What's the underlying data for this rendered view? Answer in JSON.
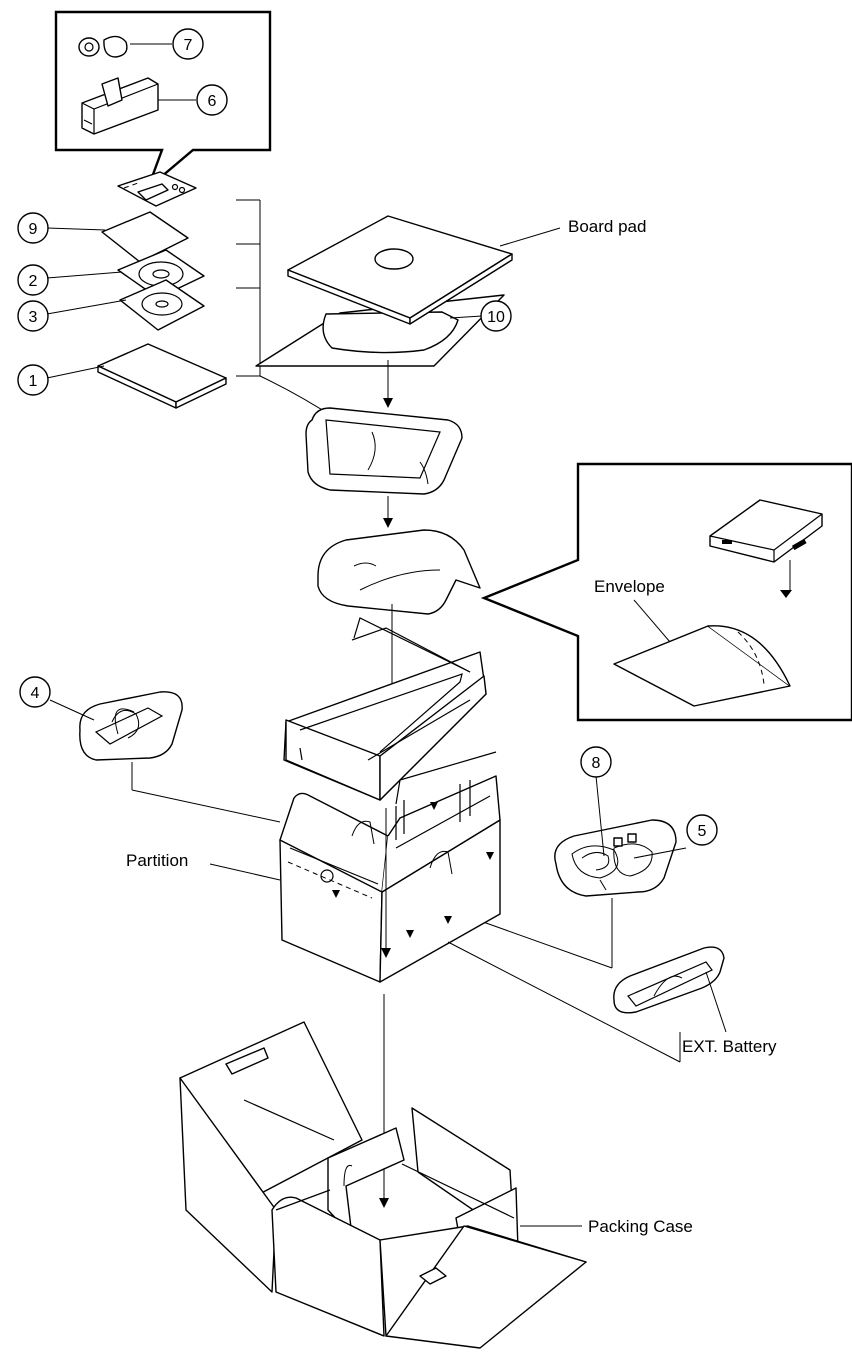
{
  "labels": {
    "board_pad": "Board pad",
    "envelope": "Envelope",
    "partition": "Partition",
    "ext_battery": "EXT. Battery",
    "packing_case": "Packing Case"
  },
  "callouts": {
    "c1": "1",
    "c2": "2",
    "c3": "3",
    "c4": "4",
    "c5": "5",
    "c6": "6",
    "c7": "7",
    "c8": "8",
    "c9": "9",
    "c10": "10"
  }
}
